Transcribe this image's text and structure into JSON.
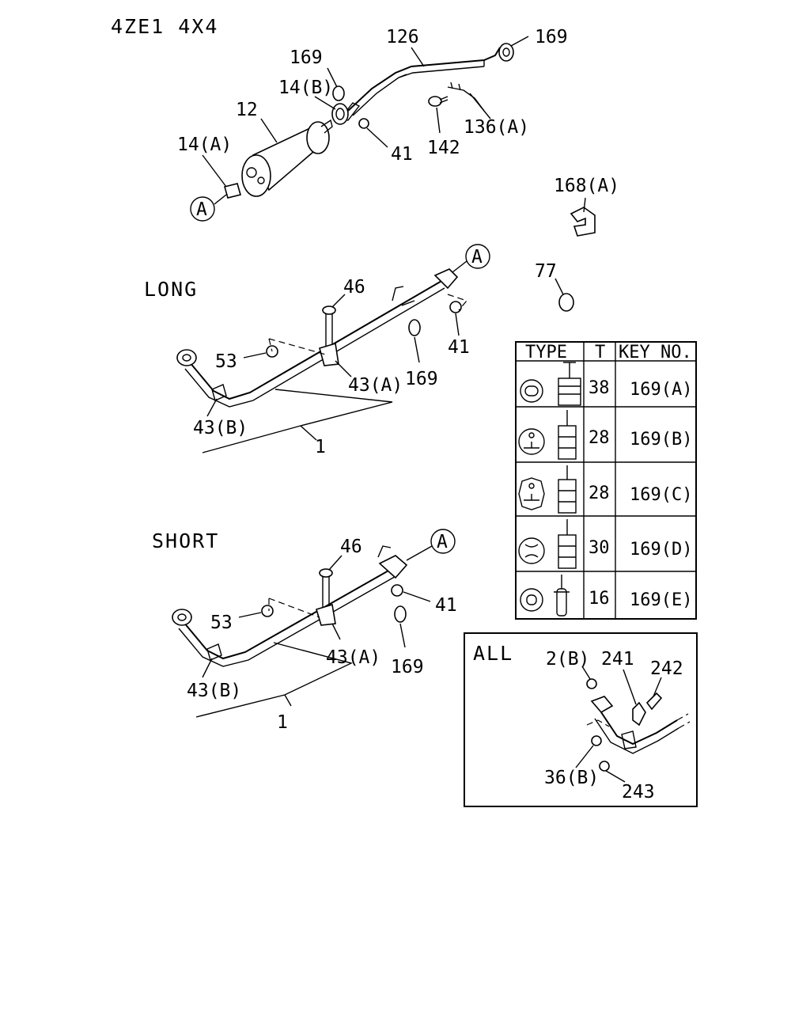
{
  "titles": {
    "main": "4ZE1 4X4",
    "long": "LONG",
    "short": "SHORT",
    "all": "ALL"
  },
  "callouts": {
    "a_top": "A",
    "a_long": "A",
    "a_short": "A"
  },
  "labels": {
    "top": [
      "126",
      "169",
      "169",
      "14(B)",
      "12",
      "14(A)",
      "41",
      "142",
      "136(A)",
      "168(A)",
      "77"
    ],
    "long": [
      "46",
      "53",
      "43(A)",
      "169",
      "41",
      "43(B)",
      "1"
    ],
    "short": [
      "46",
      "53",
      "41",
      "43(A)",
      "169",
      "43(B)",
      "1"
    ],
    "all": [
      "2(B)",
      "241",
      "242",
      "36(B)",
      "243"
    ]
  },
  "table": {
    "headers": [
      "TYPE",
      "T",
      "KEY NO."
    ],
    "rows": [
      {
        "t": "38",
        "key": "169(A)"
      },
      {
        "t": "28",
        "key": "169(B)"
      },
      {
        "t": "28",
        "key": "169(C)"
      },
      {
        "t": "30",
        "key": "169(D)"
      },
      {
        "t": "16",
        "key": "169(E)"
      }
    ]
  }
}
